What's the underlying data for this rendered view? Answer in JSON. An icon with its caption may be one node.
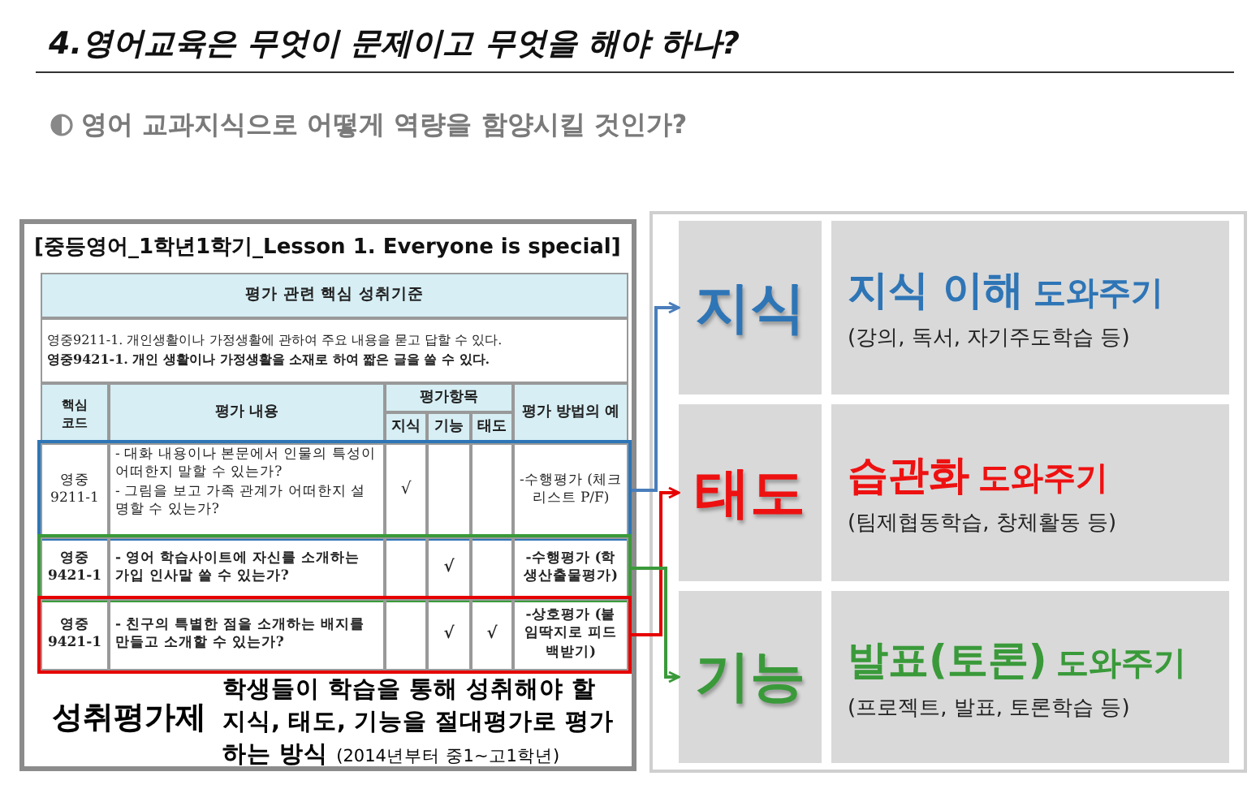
{
  "diagram": {
    "title": "4.영어교육은 무엇이 문제이고 무엇을 해야 하나?",
    "nodes": [
      {
        "text": [
          "[중등영어_1학년1학기_Lesson 1. Everyone is special]"
        ]
      },
      {
        "text": [
          "영중9211-1",
          "- 대화 내용이나 본문에서 인물의 특성이 어떠한지 말할 수 있는가?",
          "- 그림을 보고 가족 관계가 어떠한지 설명할 수 있는가?",
          "√",
          "-수행평가 (체크리스트 P/F)"
        ],
        "in": 0
      },
      {
        "text": [
          "영중 9421-1",
          "- 영어 학습사이트에 자신를 소개하는 가입 인사말 쓸 수 있는가?",
          "√",
          "-수행평가 (학생산출물평가)"
        ],
        "in": 0
      },
      {
        "text": [
          "영중 9421-1",
          "- 친구의 특별한 점을 소개하는 배지를 만들고 소개할 수 있는가?",
          "√",
          "√",
          "-상호평가 (붙임딱지로 피드백받기)"
        ],
        "in": 0
      },
      {
        "text": [
          "지식"
        ]
      },
      {
        "text": [
          "지식 이해",
          "도와주기",
          "(강의, 독서, 자기주도학습 등)"
        ]
      },
      {
        "text": [
          "태도"
        ]
      },
      {
        "text": [
          "습관화",
          "도와주기",
          "(팀제협동학습, 창체활동 등)"
        ]
      },
      {
        "text": [
          "기능"
        ]
      },
      {
        "text": [
          "발표(토론)",
          "도와주기",
          "(프로젝트, 발표, 토론학습 등)"
        ]
      }
    ],
    "edges": [
      {
        "from": 1,
        "to": 4,
        "arrow": "to",
        "color": "#4a7ebb"
      },
      {
        "from": 3,
        "to": 6,
        "arrow": "to",
        "color": "#e60000"
      },
      {
        "from": 2,
        "to": 8,
        "arrow": "to",
        "color": "#3a9a3a"
      }
    ],
    "labels": [
      "영어 교과지식으로 어떻게 역량을 함양시킬 것인가?",
      "평가 관련 핵심 성취기준",
      "영중9211-1. 개인생활이나 가정생활에 관하여 주요 내용을 묻고 답할 수 있다.",
      "영중9421-1. 개인 생활이나 가정생활을 소재로 하여 짧은 글을 쓸 수 있다.",
      "핵심 코드",
      "평가 내용",
      "평가항목",
      "지식",
      "기능",
      "태도",
      "평가 방법의 예",
      "성취평가제",
      "학생들이 학습을 통해 성취해야 할 지식, 태도, 기능을 절대평가로 평가하는 방식",
      "(2014년부터 중1~고1학년)"
    ]
  }
}
